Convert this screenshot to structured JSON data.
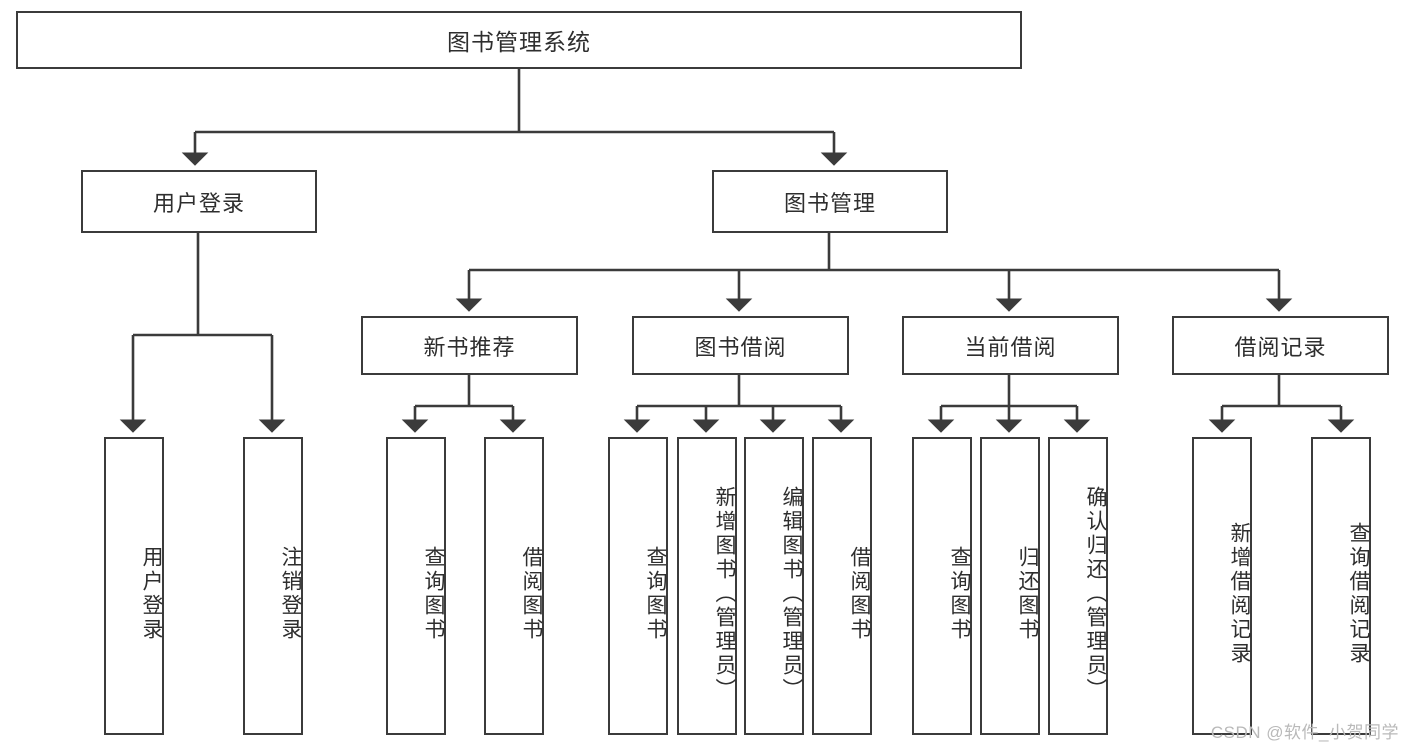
{
  "diagram": {
    "title": "图书管理系统",
    "type": "hierarchy-tree",
    "watermark": "CSDN @软件_小贺同学",
    "colors": {
      "border": "#3b3b3b",
      "text": "#2e2e2e",
      "background": "#ffffff",
      "watermark": "#b9b9b9"
    },
    "levels": {
      "root": {
        "label": "图书管理系统"
      },
      "level2": [
        {
          "label": "用户登录"
        },
        {
          "label": "图书管理"
        }
      ],
      "level3": [
        {
          "label": "新书推荐"
        },
        {
          "label": "图书借阅"
        },
        {
          "label": "当前借阅"
        },
        {
          "label": "借阅记录"
        }
      ],
      "leaves": [
        {
          "label": "用户登录"
        },
        {
          "label": "注销登录"
        },
        {
          "label": "查询图书"
        },
        {
          "label": "借阅图书"
        },
        {
          "label": "查询图书"
        },
        {
          "label": "新增图书（管理员）"
        },
        {
          "label": "编辑图书（管理员）"
        },
        {
          "label": "借阅图书"
        },
        {
          "label": "查询图书"
        },
        {
          "label": "归还图书"
        },
        {
          "label": "确认归还（管理员）"
        },
        {
          "label": "新增借阅记录"
        },
        {
          "label": "查询借阅记录"
        }
      ]
    }
  }
}
